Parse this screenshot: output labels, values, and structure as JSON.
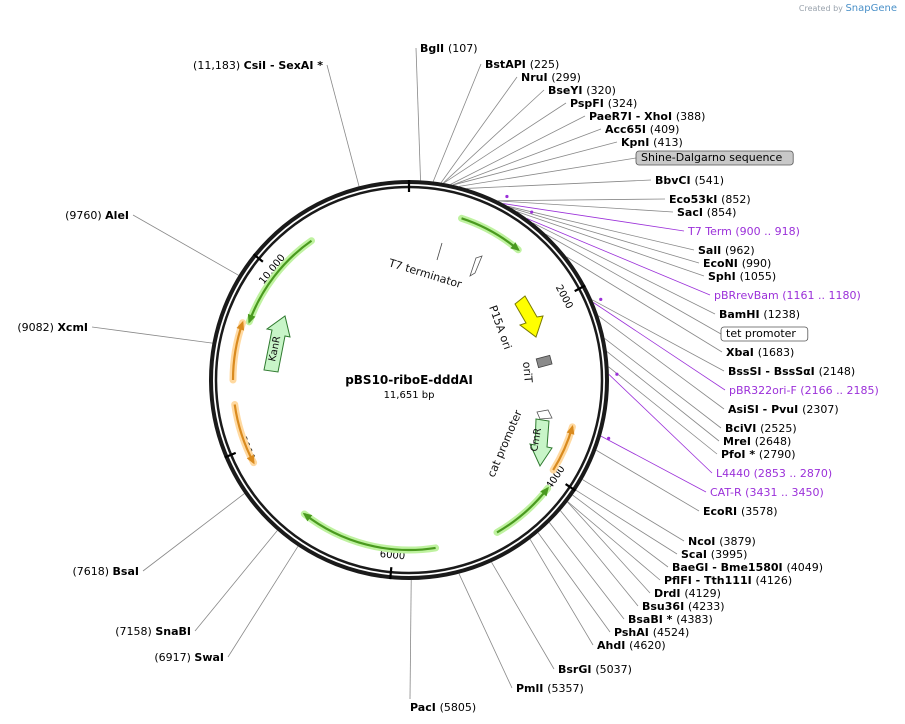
{
  "credit": {
    "prefix": "Created by",
    "brand": "SnapGene"
  },
  "plasmid": {
    "name": "pBS10-riboE-dddAI",
    "size_label": "11,651 bp",
    "length": 11651
  },
  "ticks": [
    {
      "pos": 0,
      "label": ""
    },
    {
      "pos": 2000,
      "label": "2000"
    },
    {
      "pos": 4000,
      "label": "4000"
    },
    {
      "pos": 6000,
      "label": "6000"
    },
    {
      "pos": 8000,
      "label": "8000"
    },
    {
      "pos": 10000,
      "label": "10,000"
    }
  ],
  "sites": [
    {
      "id": "bgli",
      "name": "BglI",
      "pos": "(107)",
      "bp": 107,
      "side": "R",
      "mid": false
    },
    {
      "id": "bstapi",
      "name": "BstAPI",
      "pos": "(225)",
      "bp": 225,
      "side": "R"
    },
    {
      "id": "nrui",
      "name": "NruI",
      "pos": "(299)",
      "bp": 299,
      "side": "R"
    },
    {
      "id": "bseyi",
      "name": "BseYI",
      "pos": "(320)",
      "bp": 320,
      "side": "R"
    },
    {
      "id": "pspfi",
      "name": "PspFI",
      "pos": "(324)",
      "bp": 324,
      "side": "R"
    },
    {
      "id": "paer7i",
      "name": "PaeR7I  - XhoI",
      "pos": "(388)",
      "bp": 388,
      "side": "R"
    },
    {
      "id": "acc65i",
      "name": "Acc65I",
      "pos": "(409)",
      "bp": 409,
      "side": "R"
    },
    {
      "id": "kpni",
      "name": "KpnI",
      "pos": "(413)",
      "bp": 413,
      "side": "R"
    },
    {
      "id": "bbvci",
      "name": "BbvCI",
      "pos": "(541)",
      "bp": 541,
      "side": "R"
    },
    {
      "id": "eco53ki",
      "name": "Eco53kI",
      "pos": "(852)",
      "bp": 852,
      "side": "R"
    },
    {
      "id": "saci",
      "name": "SacI",
      "pos": "(854)",
      "bp": 854,
      "side": "R"
    },
    {
      "id": "sali",
      "name": "SalI",
      "pos": "(962)",
      "bp": 962,
      "side": "R"
    },
    {
      "id": "econi",
      "name": "EcoNI",
      "pos": "(990)",
      "bp": 990,
      "side": "R"
    },
    {
      "id": "sphi",
      "name": "SphI",
      "pos": "(1055)",
      "bp": 1055,
      "side": "R"
    },
    {
      "id": "bamhi",
      "name": "BamHI",
      "pos": "(1238)",
      "bp": 1238,
      "side": "R"
    },
    {
      "id": "xbai",
      "name": "XbaI",
      "pos": "(1683)",
      "bp": 1683,
      "side": "R"
    },
    {
      "id": "bsssi",
      "name": "BssSI  - BssSαI",
      "pos": "(2148)",
      "bp": 2148,
      "side": "R"
    },
    {
      "id": "asisi",
      "name": "AsiSI  - PvuI",
      "pos": "(2307)",
      "bp": 2307,
      "side": "R"
    },
    {
      "id": "bcivi",
      "name": "BciVI",
      "pos": "(2525)",
      "bp": 2525,
      "side": "R"
    },
    {
      "id": "mrei",
      "name": "MreI",
      "pos": "(2648)",
      "bp": 2648,
      "side": "R"
    },
    {
      "id": "pfoi",
      "name": "PfoI *",
      "pos": "(2790)",
      "bp": 2790,
      "side": "R"
    },
    {
      "id": "ecori",
      "name": "EcoRI",
      "pos": "(3578)",
      "bp": 3578,
      "side": "R"
    },
    {
      "id": "ncoi",
      "name": "NcoI",
      "pos": "(3879)",
      "bp": 3879,
      "side": "R"
    },
    {
      "id": "scai",
      "name": "ScaI",
      "pos": "(3995)",
      "bp": 3995,
      "side": "R"
    },
    {
      "id": "baegi",
      "name": "BaeGI  - Bme1580I",
      "pos": "(4049)",
      "bp": 4049,
      "side": "R"
    },
    {
      "id": "pflfi",
      "name": "PflFI  - Tth111I",
      "pos": "(4126)",
      "bp": 4126,
      "side": "R"
    },
    {
      "id": "drdi",
      "name": "DrdI",
      "pos": "(4129)",
      "bp": 4129,
      "side": "R"
    },
    {
      "id": "bsu36i",
      "name": "Bsu36I",
      "pos": "(4233)",
      "bp": 4233,
      "side": "R"
    },
    {
      "id": "bsabi",
      "name": "BsaBI *",
      "pos": "(4383)",
      "bp": 4383,
      "side": "R"
    },
    {
      "id": "pshai",
      "name": "PshAI",
      "pos": "(4524)",
      "bp": 4524,
      "side": "R"
    },
    {
      "id": "ahdi",
      "name": "AhdI",
      "pos": "(4620)",
      "bp": 4620,
      "side": "R"
    },
    {
      "id": "bsrgi",
      "name": "BsrGI",
      "pos": "(5037)",
      "bp": 5037,
      "side": "R"
    },
    {
      "id": "pmli",
      "name": "PmlI",
      "pos": "(5357)",
      "bp": 5357,
      "side": "R"
    },
    {
      "id": "paci",
      "name": "PacI",
      "pos": "(5805)",
      "bp": 5805,
      "side": "R"
    },
    {
      "id": "swai",
      "name": "SwaI",
      "pos": "(6917)",
      "bp": 6917,
      "side": "L"
    },
    {
      "id": "snabi",
      "name": "SnaBI",
      "pos": "(7158)",
      "bp": 7158,
      "side": "L"
    },
    {
      "id": "bsai",
      "name": "BsaI",
      "pos": "(7618)",
      "bp": 7618,
      "side": "L"
    },
    {
      "id": "xcmi",
      "name": "XcmI",
      "pos": "(9082)",
      "bp": 9082,
      "side": "L"
    },
    {
      "id": "alei",
      "name": "AleI",
      "pos": "(9760)",
      "bp": 9760,
      "side": "L"
    },
    {
      "id": "csii",
      "name": "CsiI  - SexAI *",
      "pos": "(11,183)",
      "bp": 11183,
      "side": "L"
    }
  ],
  "primers": [
    {
      "id": "t7term",
      "name": "T7 Term",
      "range": "(900 .. 918)",
      "bp": 909
    },
    {
      "id": "pbrrevbam",
      "name": "pBRrevBam",
      "range": "(1161 .. 1180)",
      "bp": 1170
    },
    {
      "id": "pbr322ori",
      "name": "pBR322ori-F",
      "range": "(2166 .. 2185)",
      "bp": 2175
    },
    {
      "id": "l4440",
      "name": "L4440",
      "range": "(2853 .. 2870)",
      "bp": 2861
    },
    {
      "id": "catr",
      "name": "CAT-R",
      "range": "(3431 .. 3450)",
      "bp": 3440
    }
  ],
  "boxed_features": [
    {
      "id": "shine",
      "name": "Shine-Dalgarno sequence",
      "bp": 470,
      "style": "gray"
    },
    {
      "id": "tetprom",
      "name": "tet promoter",
      "bp": 1400,
      "style": "white"
    }
  ],
  "inner_features": {
    "t7terminator": "T7 terminator",
    "p15a": "P15A ori",
    "orit": "oriT",
    "cmr": "CmR",
    "catpromoter": "cat promoter",
    "kanr": "KanR"
  },
  "colors": {
    "ring": "#1a1a1a",
    "green_arrow": "#4a9a1f",
    "green_glow": "#bff2a0",
    "orange_arrow": "#d98a1e",
    "orange_glow": "#ffd9a0",
    "yellow_ori": "#ffff00",
    "resistance_fill": "#c8f5c8",
    "primer": "#9b30d9",
    "gray_box": "#c8c8c8"
  }
}
